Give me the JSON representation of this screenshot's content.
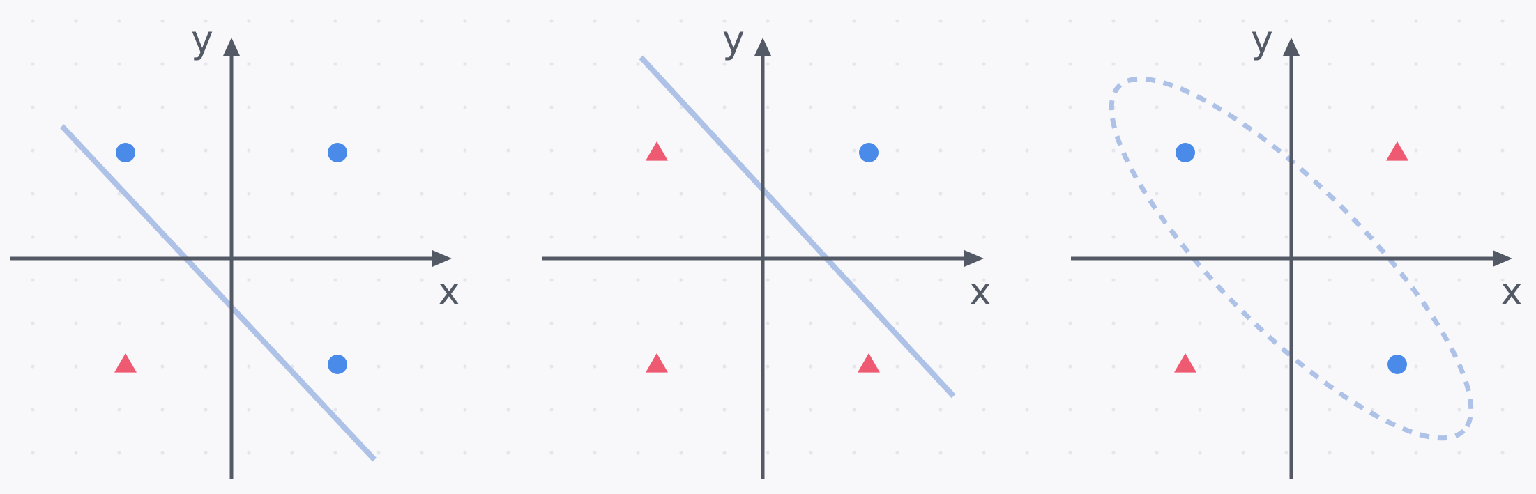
{
  "colors": {
    "background": "#f8f8fa",
    "axis": "#535a66",
    "circle": "#4a8ae8",
    "triangle": "#ef5a73",
    "divider": "#aec1e6",
    "grid_dot": "#e4e6ec"
  },
  "panels": [
    {
      "x_label": "x",
      "y_label": "y",
      "points": [
        {
          "x": -1,
          "y": 1,
          "shape": "circle"
        },
        {
          "x": 1,
          "y": 1,
          "shape": "circle"
        },
        {
          "x": -1,
          "y": -1,
          "shape": "triangle"
        },
        {
          "x": 1,
          "y": -1,
          "shape": "circle"
        }
      ],
      "divider": {
        "type": "line",
        "x1": -1.6,
        "y1": 1.25,
        "x2": 1.35,
        "y2": -1.9
      }
    },
    {
      "x_label": "x",
      "y_label": "y",
      "points": [
        {
          "x": -1,
          "y": 1,
          "shape": "triangle"
        },
        {
          "x": 1,
          "y": 1,
          "shape": "circle"
        },
        {
          "x": -1,
          "y": -1,
          "shape": "triangle"
        },
        {
          "x": 1,
          "y": -1,
          "shape": "triangle"
        }
      ],
      "divider": {
        "type": "line",
        "x1": -1.15,
        "y1": 1.9,
        "x2": 1.8,
        "y2": -1.3
      }
    },
    {
      "x_label": "x",
      "y_label": "y",
      "points": [
        {
          "x": -1,
          "y": 1,
          "shape": "circle"
        },
        {
          "x": 1,
          "y": 1,
          "shape": "triangle"
        },
        {
          "x": -1,
          "y": -1,
          "shape": "triangle"
        },
        {
          "x": 1,
          "y": -1,
          "shape": "circle"
        }
      ],
      "divider": {
        "type": "ellipse",
        "cx": 0,
        "cy": 0,
        "rx": 2.3,
        "ry": 0.68,
        "rotate_deg": 45,
        "style": "dashed"
      }
    }
  ]
}
